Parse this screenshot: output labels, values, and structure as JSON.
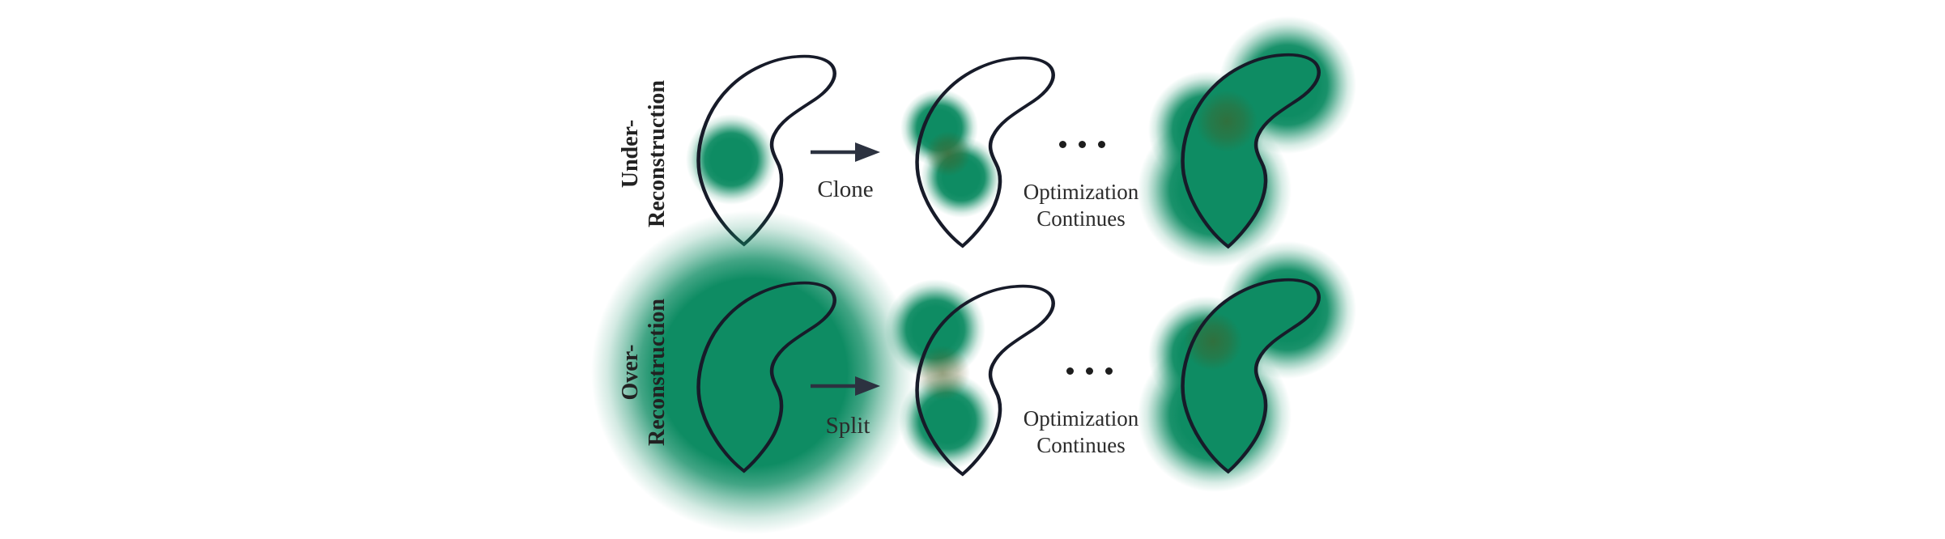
{
  "figure": {
    "background": "#FFFFFF",
    "colors": {
      "gaussian_green": "#0E8C63",
      "overlap_olive": "#525418",
      "outline_dark": "#171B29",
      "arrow_dark": "#2C3240",
      "text_dark": "#2B2B2B",
      "dot_black": "#1D1D1D"
    },
    "rows": [
      {
        "id": "under-reconstruction",
        "label_line1": "Under-",
        "label_line2": "Reconstruction",
        "action_label": "Clone",
        "arrow_icon": "arrow-right",
        "ellipsis_icon": "three-dots-horizontal",
        "caption_line1": "Optimization",
        "caption_line2": "Continues"
      },
      {
        "id": "over-reconstruction",
        "label_line1": "Over-",
        "label_line2": "Reconstruction",
        "action_label": "Split",
        "arrow_icon": "arrow-right",
        "ellipsis_icon": "three-dots-horizontal",
        "caption_line1": "Optimization",
        "caption_line2": "Continues"
      }
    ]
  }
}
